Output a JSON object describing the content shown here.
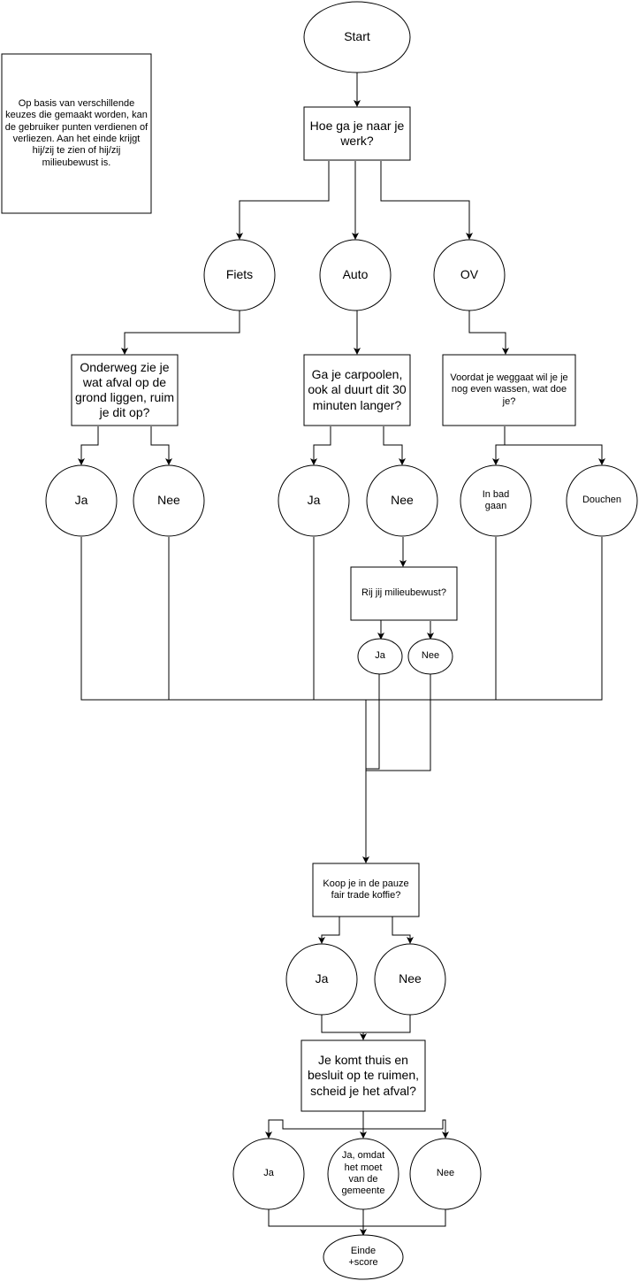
{
  "diagram": {
    "note": "Op basis van verschillende keuzes die gemaakt worden, kan de gebruiker punten verdienen of verliezen. Aan het einde krijgt hij/zij te zien of hij/zij milieubewust is.",
    "start": "Start",
    "q_travel": "Hoe ga je naar je werk?",
    "opt_fiets": "Fiets",
    "opt_auto": "Auto",
    "opt_ov": "OV",
    "q_afval": "Onderweg zie je wat afval op de grond liggen, ruim je dit op?",
    "q_carpool": "Ga je carpoolen, ook al duurt dit 30 minuten langer?",
    "q_wassen": "Voordat je weggaat wil je je nog even wassen, wat doe je?",
    "afval_ja": "Ja",
    "afval_nee": "Nee",
    "carpool_ja": "Ja",
    "carpool_nee": "Nee",
    "wassen_bad": "In bad gaan",
    "wassen_douchen": "Douchen",
    "q_rijden": "Rij jij milieubewust?",
    "rijden_ja": "Ja",
    "rijden_nee": "Nee",
    "q_koffie": "Koop je in de pauze fair trade koffie?",
    "koffie_ja": "Ja",
    "koffie_nee": "Nee",
    "q_opruimen": "Je komt thuis en besluit op te ruimen, scheid je het afval?",
    "opruimen_ja": "Ja",
    "opruimen_gemeente": "Ja, omdat het moet van de gemeente",
    "opruimen_nee": "Nee",
    "end": "Einde +score"
  }
}
